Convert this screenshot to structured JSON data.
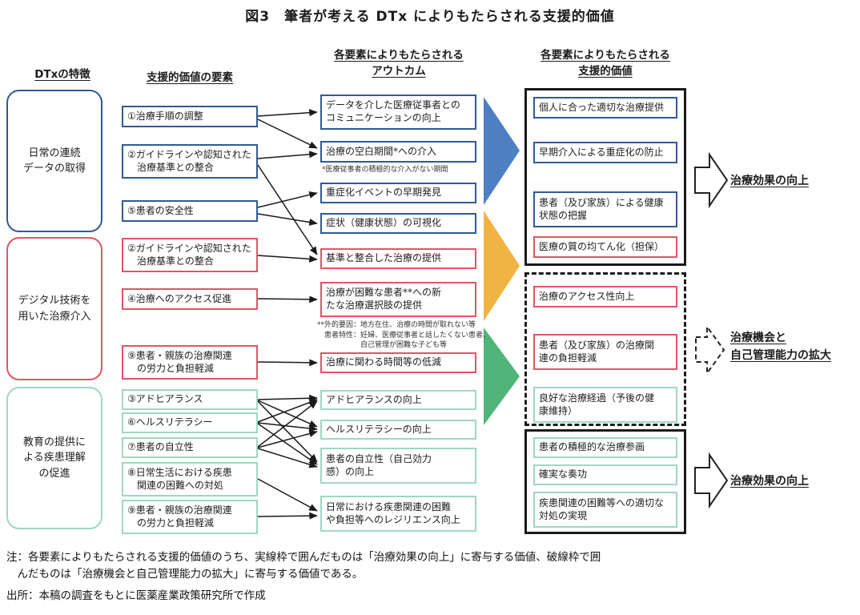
{
  "title": "図3　筆者が考える DTx によりもたらされる支援的価値",
  "headers": {
    "col1": "DTxの特徴",
    "col2": "支援的価値の要素",
    "col3": "各要素によりもたらされる\nアウトカム",
    "col4": "各要素によりもたらされる\n支援的価値"
  },
  "features": [
    {
      "label": "日常の連続\nデータの取得",
      "color": "blue"
    },
    {
      "label": "デジタル技術を\n用いた治療介入",
      "color": "red"
    },
    {
      "label": "教育の提供に\nよる疾患理解\nの促進",
      "color": "green"
    }
  ],
  "elements": [
    {
      "label": "①治療手順の調整",
      "color": "blue"
    },
    {
      "label": "②ガイドラインや認知された\n　治療基準との整合",
      "color": "blue"
    },
    {
      "label": "⑤患者の安全性",
      "color": "blue"
    },
    {
      "label": "②ガイドラインや認知された\n　治療基準との整合",
      "color": "red"
    },
    {
      "label": "④治療へのアクセス促進",
      "color": "red"
    },
    {
      "label": "⑨患者・親族の治療関連\n　の労力と負担軽減",
      "color": "red"
    },
    {
      "label": "③アドヒアランス",
      "color": "green"
    },
    {
      "label": "⑥ヘルスリテラシー",
      "color": "green"
    },
    {
      "label": "⑦患者の自立性",
      "color": "green"
    },
    {
      "label": "⑧日常生活における疾患\n　関連の困難への対処",
      "color": "green"
    },
    {
      "label": "⑨患者・親族の治療関連\n　の労力と負担軽減",
      "color": "green"
    }
  ],
  "outcomes": [
    {
      "label": "データを介した医療従事者との\nコミュニケーションの向上",
      "color": "blue"
    },
    {
      "label": "治療の空白期間*への介入",
      "color": "blue"
    },
    {
      "label": "重症化イベントの早期発見",
      "color": "blue"
    },
    {
      "label": "症状（健康状態）の可視化",
      "color": "blue"
    },
    {
      "label": "基準と整合した治療の提供",
      "color": "red"
    },
    {
      "label": "治療が困難な患者**への新\nたな治療選択肢の提供",
      "color": "red"
    },
    {
      "label": "治療に関わる時間等の低減",
      "color": "red"
    },
    {
      "label": "アドヒアランスの向上",
      "color": "green"
    },
    {
      "label": "ヘルスリテラシーの向上",
      "color": "green"
    },
    {
      "label": "患者の自立性（自己効力\n感）の向上",
      "color": "green"
    },
    {
      "label": "日常における疾患関連の困難\nや負担等へのレジリエンス向上",
      "color": "green"
    }
  ],
  "footnotes": {
    "blank_period": "*医療従事者の積極的な介入がない期間",
    "external_factor": "**外的要因：地方在住、治療の時間が取れない等\n　患者特性：妊婦、医療従事者と話したくない患者、\n　　　　　　自己管理が困難な子ども等"
  },
  "values": {
    "group1": [
      {
        "label": "個人に合った適切な治療提供",
        "color": "blue"
      },
      {
        "label": "早期介入による重症化の防止",
        "color": "blue"
      },
      {
        "label": "患者（及び家族）による健康\n状態の把握",
        "color": "blue"
      },
      {
        "label": "医療の質の均てん化（担保）",
        "color": "red"
      }
    ],
    "group2": [
      {
        "label": "治療のアクセス性向上",
        "color": "red"
      },
      {
        "label": "患者（及び家族）の治療関\n連の負担軽減",
        "color": "red"
      },
      {
        "label": "良好な治療経過（予後の健\n康維持）",
        "color": "green"
      }
    ],
    "group3": [
      {
        "label": "患者の積極的な治療参画",
        "color": "green"
      },
      {
        "label": "確実な奏功",
        "color": "green"
      },
      {
        "label": "疾患関連の困難等への適切な\n対処の実現",
        "color": "green"
      }
    ]
  },
  "right": {
    "top_label": "治療効果の向上",
    "mid_label": "治療機会と\n自己管理能力の拡大",
    "bottom_label": "治療効果の向上"
  },
  "notes": {
    "note": "注：各要素によりもたらされる支援的価値のうち、実線枠で囲んだものは「治療効果の向上」に寄与する価値、破線枠で囲\n　んだものは「治療機会と自己管理能力の拡大」に寄与する価値である。",
    "source": "出所：本稿の調査をもとに医薬産業政策研究所で作成"
  },
  "colors": {
    "blue_box_border": "#2f5b96",
    "red_box_border": "#e25565",
    "green_box_border": "#9ed8bf",
    "outer_border": "#1a1a1a",
    "big_arrow_blue": "#4d7fc2",
    "big_arrow_orange": "#f0b445",
    "big_arrow_green": "#4fb578"
  }
}
